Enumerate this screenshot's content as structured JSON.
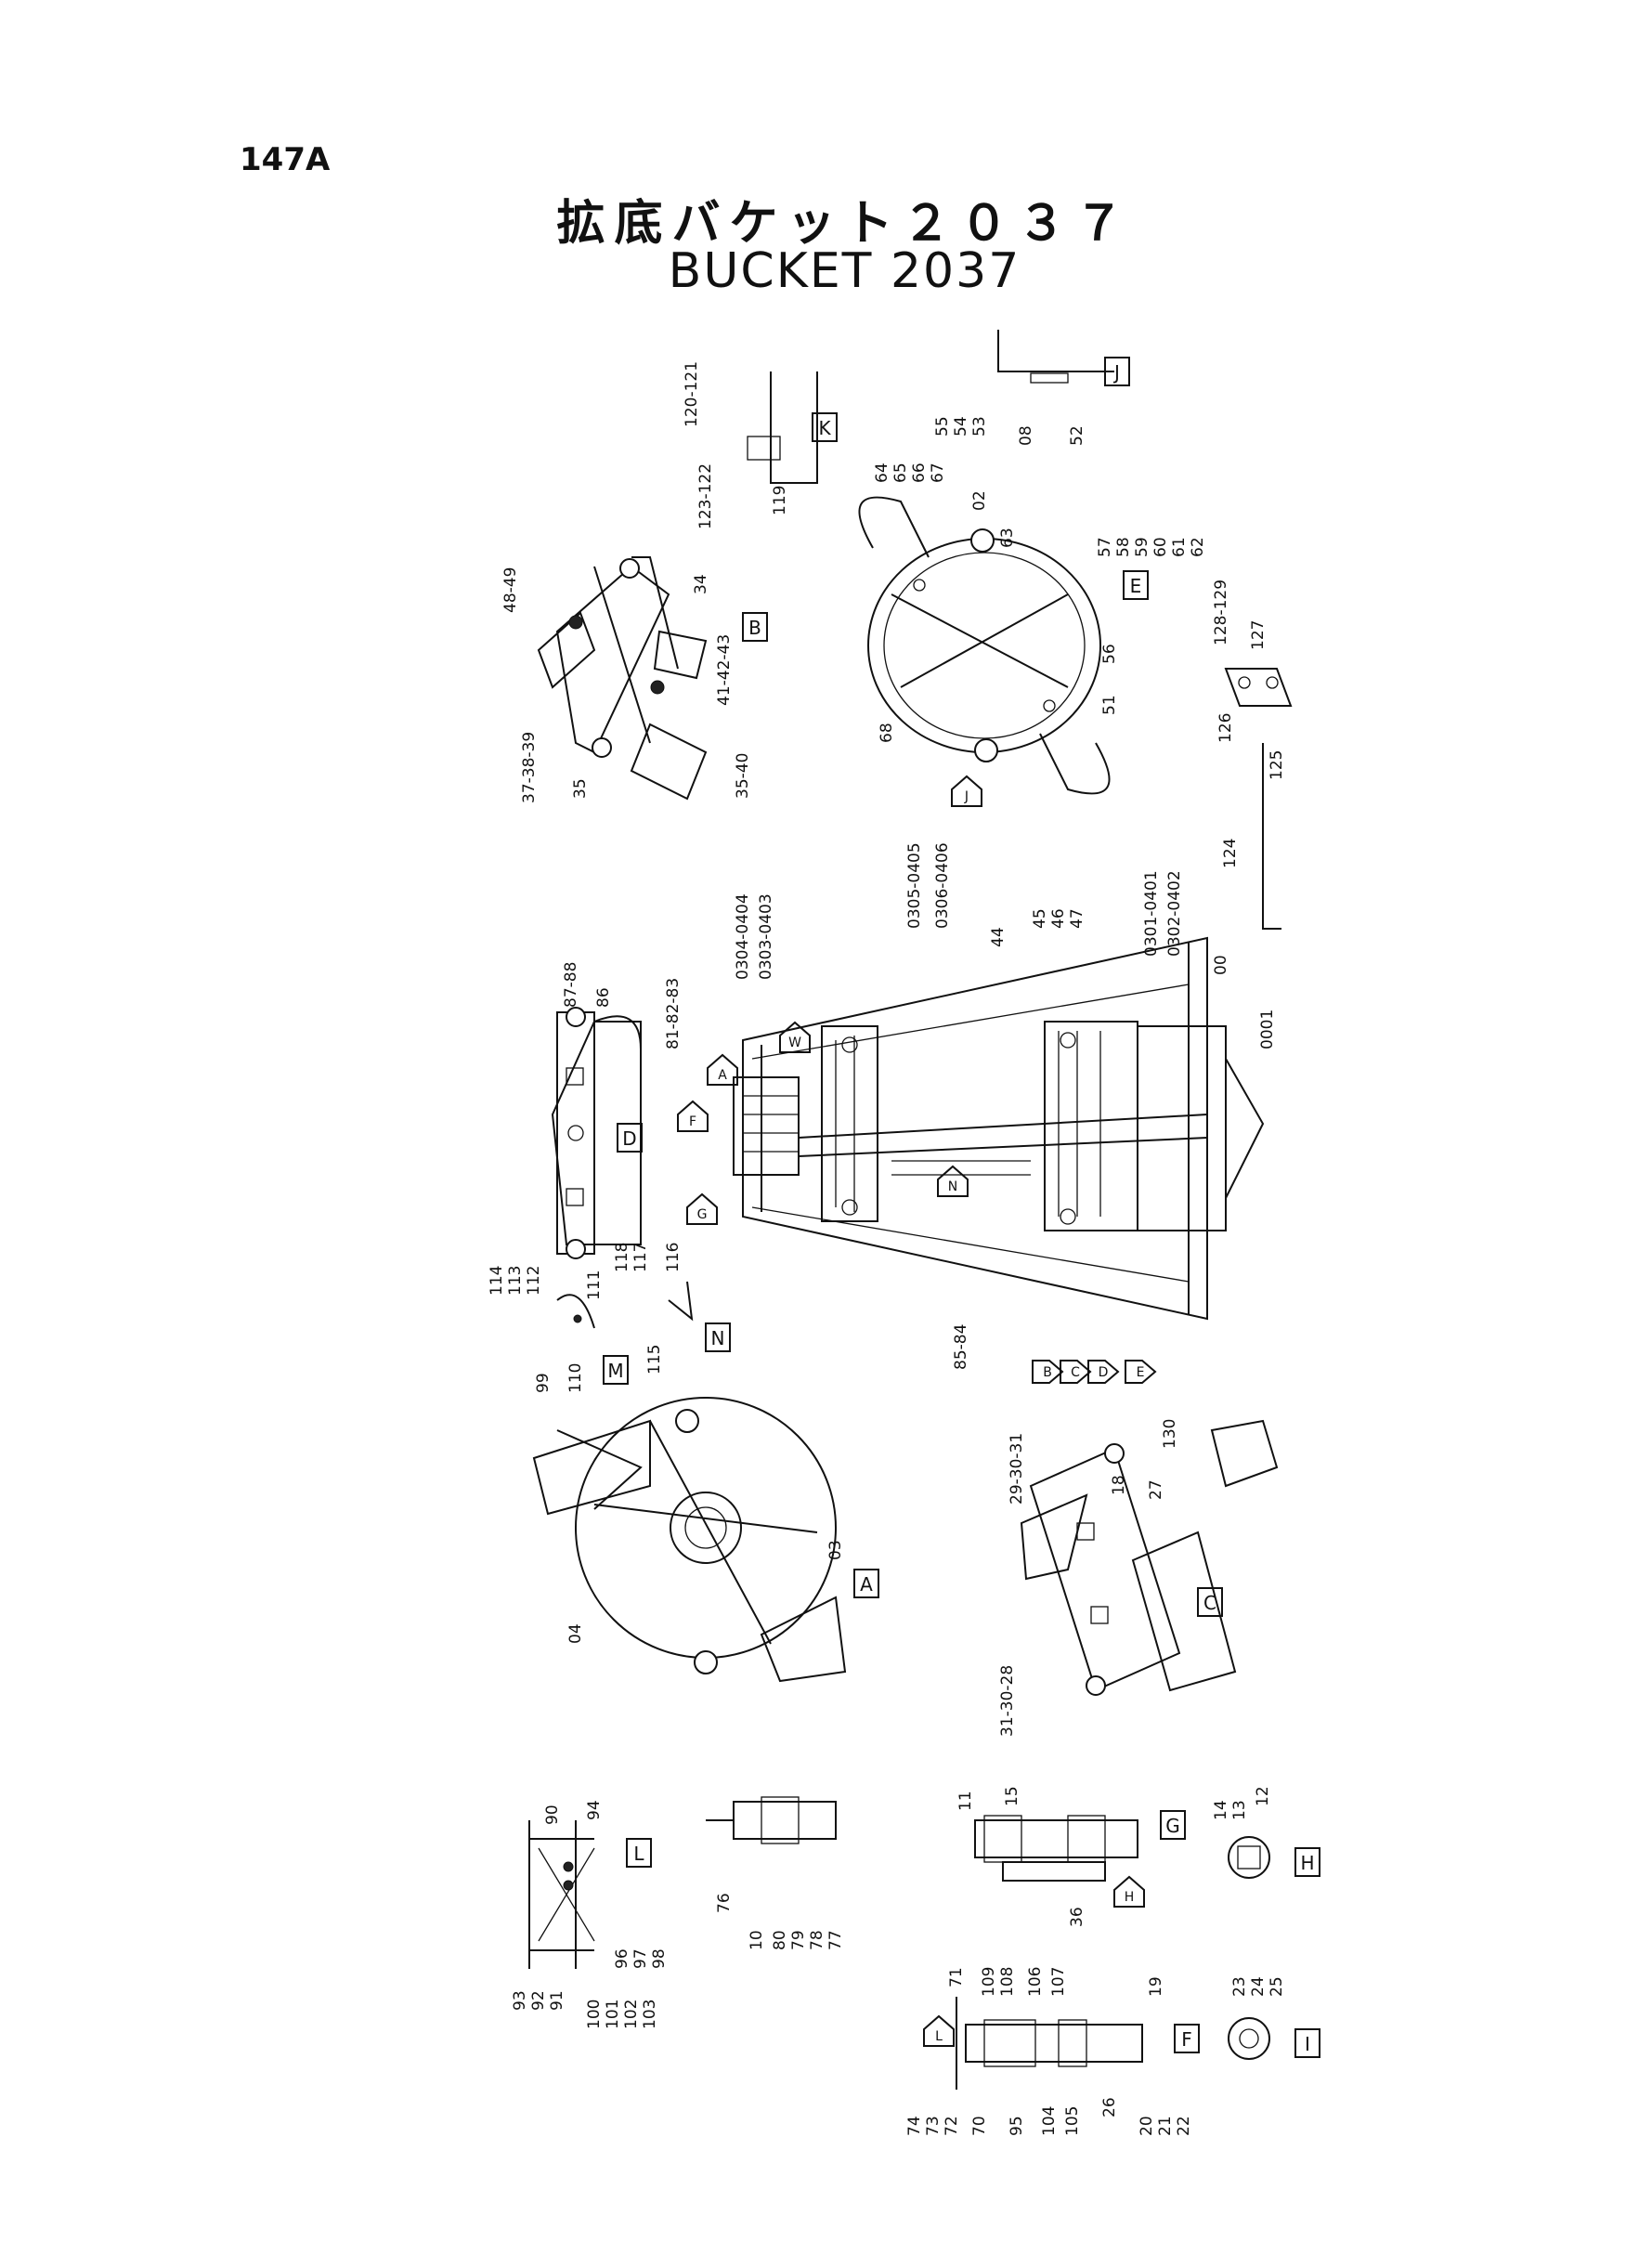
{
  "page": {
    "number": "147A"
  },
  "title": {
    "jp": "拡底バケット２０３７",
    "en": "BUCKET 2037"
  },
  "view_letters": [
    "A",
    "B",
    "C",
    "D",
    "E",
    "F",
    "G",
    "H",
    "I",
    "J",
    "K",
    "L",
    "M",
    "N"
  ],
  "arrow_letters": [
    "A",
    "F",
    "G",
    "N",
    "E",
    "B",
    "C",
    "D",
    "J",
    "H",
    "L",
    "W"
  ],
  "callouts": [
    "120-121",
    "123-122",
    "119",
    "55",
    "54",
    "53",
    "08",
    "52",
    "48-49",
    "34",
    "41-42-43",
    "37-38-39",
    "35",
    "35-40",
    "64",
    "65",
    "66",
    "67",
    "02",
    "63",
    "57",
    "58",
    "59",
    "60",
    "61",
    "62",
    "56",
    "51",
    "68",
    "128-129",
    "127",
    "126",
    "125",
    "124",
    "87-88",
    "86",
    "81-82-83",
    "0304-0404",
    "0303-0403",
    "0305-0405",
    "0306-0406",
    "44",
    "45",
    "46",
    "47",
    "0301-0401",
    "0302-0402",
    "00",
    "0001",
    "85-84",
    "114",
    "113",
    "112",
    "111",
    "99",
    "110",
    "118",
    "117",
    "116",
    "115",
    "29-30-31",
    "18",
    "27",
    "31-30-28",
    "130",
    "03",
    "04",
    "90",
    "94",
    "93",
    "92",
    "91",
    "100",
    "101",
    "102",
    "103",
    "96",
    "97",
    "98",
    "76",
    "10",
    "80",
    "79",
    "78",
    "77",
    "11",
    "15",
    "36",
    "14",
    "13",
    "12",
    "71",
    "109",
    "108",
    "106",
    "107",
    "19",
    "26",
    "74",
    "73",
    "72",
    "70",
    "95",
    "104",
    "105",
    "20",
    "21",
    "22",
    "23",
    "24",
    "25"
  ]
}
